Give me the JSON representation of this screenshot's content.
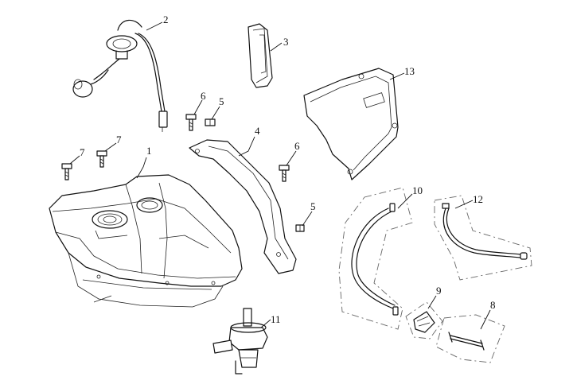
{
  "callouts": [
    "1",
    "2",
    "3",
    "4",
    "5",
    "5",
    "6",
    "6",
    "7",
    "7",
    "8",
    "9",
    "10",
    "11",
    "12",
    "13"
  ]
}
